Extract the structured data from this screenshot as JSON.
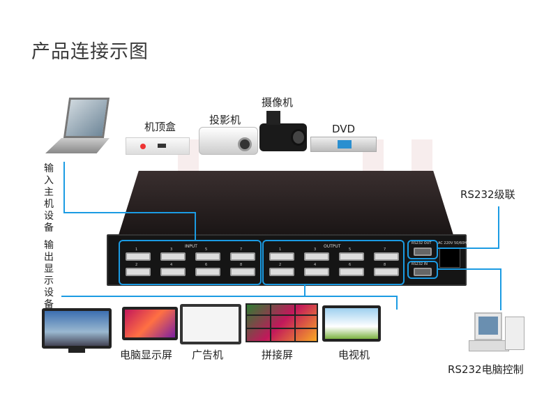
{
  "title": "产品连接示图",
  "sources": {
    "set_top_box": "机顶盒",
    "projector": "投影机",
    "camcorder": "摄像机",
    "dvd": "DVD"
  },
  "left_labels": {
    "input": "输入主机设备",
    "output": "输出显示设备"
  },
  "device": {
    "input_label": "INPUT",
    "output_label": "OUTPUT",
    "rs232_out": "RS232 OUT",
    "rs232_in": "RS232 IN",
    "power": "AC 220V 50/60Hz",
    "port_numbers": [
      "1",
      "3",
      "5",
      "7",
      "2",
      "4",
      "6",
      "8"
    ]
  },
  "right": {
    "cascade": "RS232级联",
    "pc_control": "RS232电脑控制"
  },
  "displays": {
    "monitor": "电脑显示屏",
    "ad_machine": "广告机",
    "video_wall": "拼接屏",
    "tv": "电视机"
  },
  "colors": {
    "line": "#1b9be3"
  }
}
